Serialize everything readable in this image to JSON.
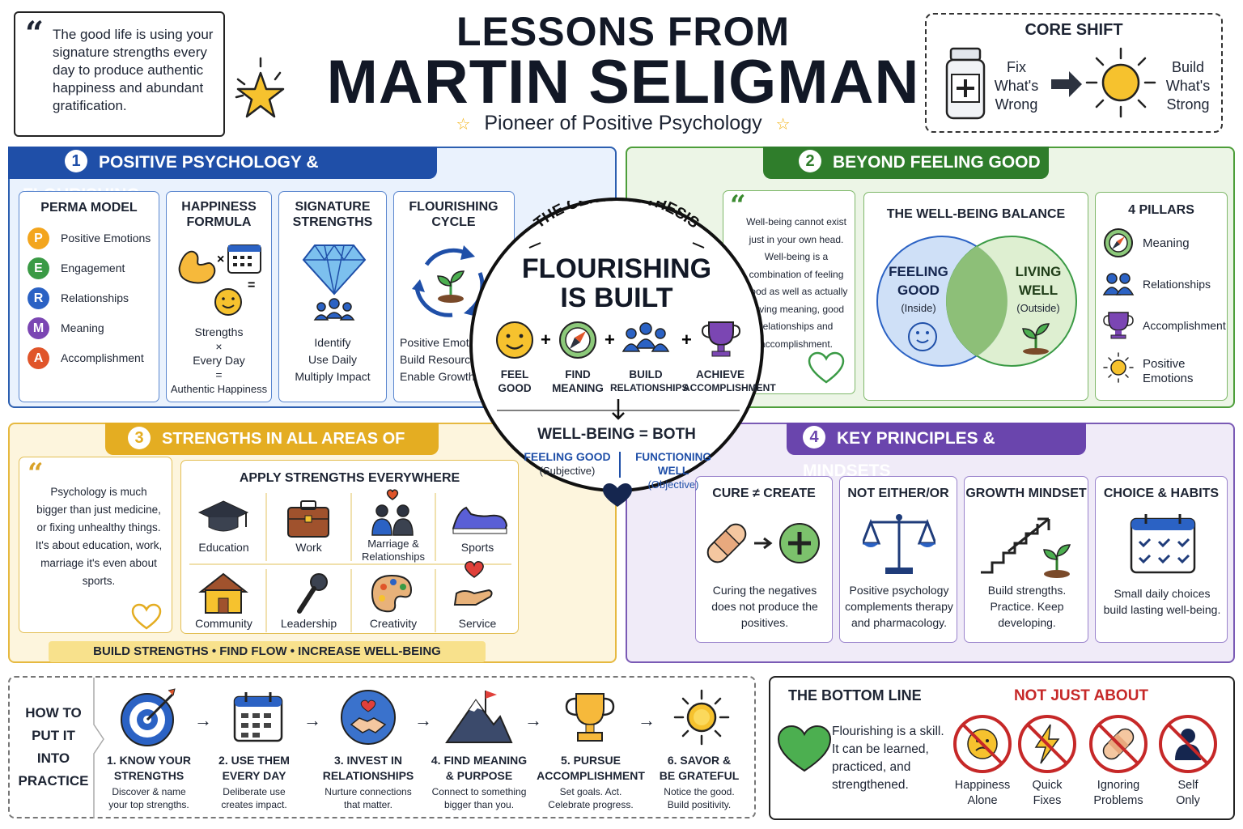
{
  "header": {
    "quote": "The good life is using your signature strengths every day to produce authentic happiness and abundant gratification.",
    "title_top": "LESSONS FROM",
    "title_main": "MARTIN SELIGMAN",
    "subtitle": "Pioneer of Positive Psychology",
    "core_shift": {
      "title": "CORE SHIFT",
      "from": "Fix What's Wrong",
      "to": "Build What's Strong"
    }
  },
  "s1": {
    "num": "1",
    "title": "POSITIVE PSYCHOLOGY & FLOURISHING",
    "perma": {
      "title": "PERMA MODEL",
      "items": [
        {
          "letter": "P",
          "label": "Positive Emotions",
          "color": "#f3a51d"
        },
        {
          "letter": "E",
          "label": "Engagement",
          "color": "#3a9a45"
        },
        {
          "letter": "R",
          "label": "Relationships",
          "color": "#2b62c4"
        },
        {
          "letter": "M",
          "label": "Meaning",
          "color": "#7b46b3"
        },
        {
          "letter": "A",
          "label": "Accomplishment",
          "color": "#e0552a"
        }
      ]
    },
    "formula": {
      "title": "HAPPINESS FORMULA",
      "l1": "Strengths",
      "l2": "×",
      "l3": "Every Day",
      "l4": "=",
      "l5": "Authentic Happiness"
    },
    "strengths": {
      "title": "SIGNATURE STRENGTHS",
      "l1": "Identify",
      "l2": "Use Daily",
      "l3": "Multiply Impact"
    },
    "cycle": {
      "title": "FLOURISHING CYCLE",
      "l1": "Positive Emotions",
      "l2": "Build Resources",
      "l3": "Enable Growth"
    }
  },
  "central": {
    "arc": "THE CENTRAL THESIS",
    "h1": "FLOURISHING",
    "h2": "IS BUILT",
    "items": [
      {
        "a": "FEEL",
        "b": "GOOD"
      },
      {
        "a": "FIND",
        "b": "MEANING"
      },
      {
        "a": "BUILD",
        "b": "RELATIONSHIPS"
      },
      {
        "a": "ACHIEVE",
        "b": "ACCOMPLISHMENT"
      }
    ],
    "eq": "WELL-BEING = BOTH",
    "left": {
      "a": "FEELING GOOD",
      "b": "(Subjective)"
    },
    "right": {
      "a": "FUNCTIONING WELL",
      "b": "(Objective)"
    }
  },
  "s2": {
    "num": "2",
    "title": "BEYOND FEELING GOOD",
    "quote": "Well-being cannot exist just in your own head. Well-being is a combination of feeling good as well as actually having meaning, good relationships and accomplishment.",
    "balance": {
      "title": "THE WELL-BEING BALANCE",
      "left_a": "FEELING",
      "left_b": "GOOD",
      "left_c": "(Inside)",
      "right_a": "LIVING",
      "right_b": "WELL",
      "right_c": "(Outside)"
    },
    "pillars": {
      "title": "4 PILLARS",
      "items": [
        "Meaning",
        "Relationships",
        "Accomplishment",
        "Positive Emotions"
      ]
    }
  },
  "s3": {
    "num": "3",
    "title": "STRENGTHS IN ALL AREAS OF LIFE",
    "quote": "Psychology is much bigger than just medicine, or fixing unhealthy things. It's about education, work, marriage it's even about sports.",
    "apply_title": "APPLY STRENGTHS EVERYWHERE",
    "areas": [
      "Education",
      "Work",
      "Marriage & Relationships",
      "Sports",
      "Community",
      "Leadership",
      "Creativity",
      "Service"
    ],
    "banner": "BUILD STRENGTHS • FIND FLOW • INCREASE WELL-BEING"
  },
  "s4": {
    "num": "4",
    "title": "KEY PRINCIPLES & MINDSETS",
    "cards": [
      {
        "title": "CURE ≠ CREATE",
        "text": "Curing the negatives does not produce the positives."
      },
      {
        "title": "NOT EITHER/OR",
        "text": "Positive psychology complements therapy and pharmacology."
      },
      {
        "title": "GROWTH MINDSET",
        "text": "Build strengths. Practice. Keep developing."
      },
      {
        "title": "CHOICE & HABITS",
        "text": "Small daily choices build lasting well-being."
      }
    ]
  },
  "how": {
    "label_a": "HOW TO",
    "label_b": "PUT IT INTO",
    "label_c": "PRACTICE",
    "steps": [
      {
        "t1": "1. KNOW YOUR",
        "t2": "STRENGTHS",
        "d1": "Discover & name",
        "d2": "your top strengths."
      },
      {
        "t1": "2. USE THEM",
        "t2": "EVERY DAY",
        "d1": "Deliberate use",
        "d2": "creates impact."
      },
      {
        "t1": "3. INVEST IN",
        "t2": "RELATIONSHIPS",
        "d1": "Nurture connections",
        "d2": "that matter."
      },
      {
        "t1": "4. FIND MEANING",
        "t2": "& PURPOSE",
        "d1": "Connect to something",
        "d2": "bigger than you."
      },
      {
        "t1": "5. PURSUE",
        "t2": "ACCOMPLISHMENT",
        "d1": "Set goals. Act.",
        "d2": "Celebrate progress."
      },
      {
        "t1": "6. SAVOR &",
        "t2": "BE GRATEFUL",
        "d1": "Notice the good.",
        "d2": "Build positivity."
      }
    ]
  },
  "bottom": {
    "title": "THE BOTTOM LINE",
    "text": "Flourishing is a skill. It can be learned, practiced, and strengthened.",
    "not_title": "NOT JUST ABOUT",
    "nots": [
      {
        "a": "Happiness",
        "b": "Alone"
      },
      {
        "a": "Quick",
        "b": "Fixes"
      },
      {
        "a": "Ignoring",
        "b": "Problems"
      },
      {
        "a": "Self",
        "b": "Only"
      }
    ]
  },
  "colors": {
    "blue": "#1f4fa8",
    "green": "#2f7d2b",
    "yellow": "#e4ad22",
    "purple": "#6a45ad",
    "navy": "#15264f"
  }
}
